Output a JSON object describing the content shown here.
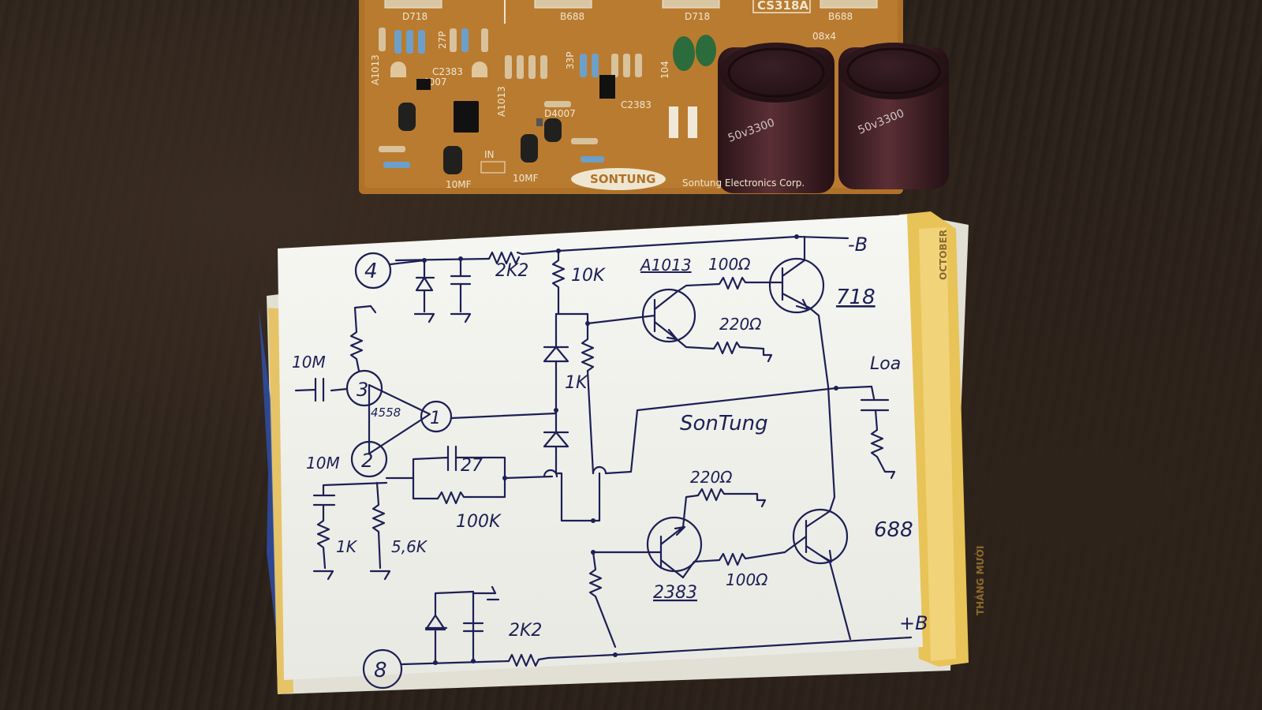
{
  "pcb": {
    "labels": {
      "d718_a": "D718",
      "b688_a": "B688",
      "d718_b": "D718",
      "cs318a": "CS318A",
      "b688_b": "B688",
      "v08x4": "08x4",
      "a1013_a": "A1013",
      "r27p": "27P",
      "c2383_a": "C2383",
      "d4007_a": "4007",
      "a1013_b": "A1013",
      "r33p": "33P",
      "d4007_b": "D4007",
      "c2383_b": "C2383",
      "c104": "104",
      "in": "IN",
      "c10mf_a": "10MF",
      "c10mf_b": "10MF",
      "logo": "SONTUNG",
      "maker": "Sontung Electronics Corp."
    },
    "capacitors": {
      "cap1": "50v3300",
      "cap2": "50v3300"
    }
  },
  "schematic": {
    "pins": {
      "p4": "4",
      "p3": "3",
      "p1": "1",
      "p2": "2",
      "p8": "8"
    },
    "opamp": "4558",
    "values": {
      "r_top": "2K2",
      "r_10k": "10K",
      "q1": "A1013",
      "r_100a": "100Ω",
      "rail_neg": "-B",
      "q2": "718",
      "r_220a": "220Ω",
      "c_10m_a": "10M",
      "r_1k_a": "1K",
      "speaker": "Loa",
      "brand": "SonTung",
      "c_10m_b": "10M",
      "c_27": "27",
      "r_100k": "100K",
      "r_1k_b": "1K",
      "r_56k": "5,6K",
      "r_220b": "220Ω",
      "q4": "688",
      "q3": "2383",
      "r_100b": "100Ω",
      "r_bot": "2K2",
      "rail_pos": "+B"
    }
  },
  "calendar": {
    "month_en": "OCTOBER",
    "month_vn": "THÁNG MƯỜI"
  }
}
